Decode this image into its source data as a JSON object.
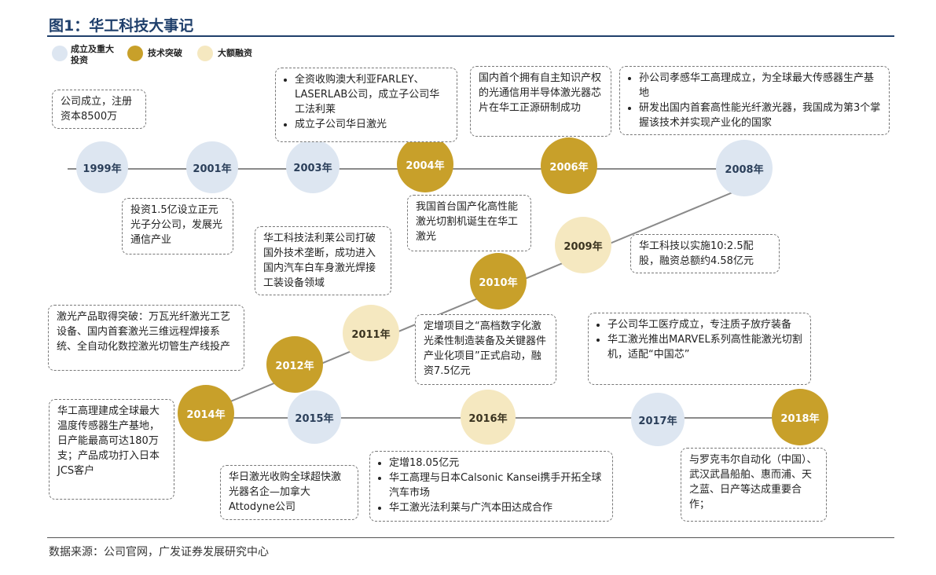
{
  "title": "图1：华工科技大事记",
  "source": "数据来源：公司官网，广发证券发展研究中心",
  "legend": [
    {
      "label": "成立及重大投资",
      "color": "#dde6f1"
    },
    {
      "label": "技术突破",
      "color": "#c8a02a"
    },
    {
      "label": "大额融资",
      "color": "#f5e8c0"
    }
  ],
  "nodes": {
    "n1999": "1999年",
    "n2001": "2001年",
    "n2003": "2003年",
    "n2004": "2004年",
    "n2006": "2006年",
    "n2008": "2008年",
    "n2009": "2009年",
    "n2010": "2010年",
    "n2011": "2011年",
    "n2012": "2012年",
    "n2014": "2014年",
    "n2015": "2015年",
    "n2016": "2016年",
    "n2017": "2017年",
    "n2018": "2018年"
  },
  "events": {
    "e1999": "公司成立，注册资本8500万",
    "e2001": "投资1.5亿设立正元光子分公司，发展光通信产业",
    "e2003": [
      "全资收购澳大利亚FARLEY、LASERLAB公司，成立子公司华工法利莱",
      "成立子公司华日激光"
    ],
    "e2004": "我国首台国产化高性能激光切割机诞生在华工激光",
    "e2006": "国内首个拥有自主知识产权的光通信用半导体激光器芯片在华工正源研制成功",
    "e2008": [
      "孙公司孝感华工高理成立，为全球最大传感器生产基地",
      "研发出国内首套高性能光纤激光器，我国成为第3个掌握该技术并实现产业化的国家"
    ],
    "e2009": "华工科技以实施10:2.5配股，融资总额约4.58亿元",
    "e2010": "华工科技法利莱公司打破国外技术垄断，成功进入国内汽车白车身激光焊接工装设备领域",
    "e2011": "定增项目之“高档数字化激光柔性制造装备及关键器件产业化项目”正式启动，融资7.5亿元",
    "e2012": "激光产品取得突破：万瓦光纤激光工艺设备、国内首套激光三维远程焊接系统、全自动化数控激光切管生产线投产",
    "e2014": "华工高理建成全球最大温度传感器生产基地，日产能最高可达180万支；产品成功打入日本JCS客户",
    "e2015": "华日激光收购全球超快激光器名企—加拿大Attodyne公司",
    "e2016": [
      "定增18.05亿元",
      "华工高理与日本Calsonic Kansei携手开拓全球汽车市场",
      "华工激光法利莱与广汽本田达成合作"
    ],
    "e2017": [
      "子公司华工医疗成立，专注质子放疗装备",
      "华工激光推出MARVEL系列高性能激光切割机，适配“中国芯”"
    ],
    "e2018": "与罗克韦尔自动化（中国）、武汉武昌船舶、惠而浦、天之蓝、日产等达成重要合作；"
  }
}
